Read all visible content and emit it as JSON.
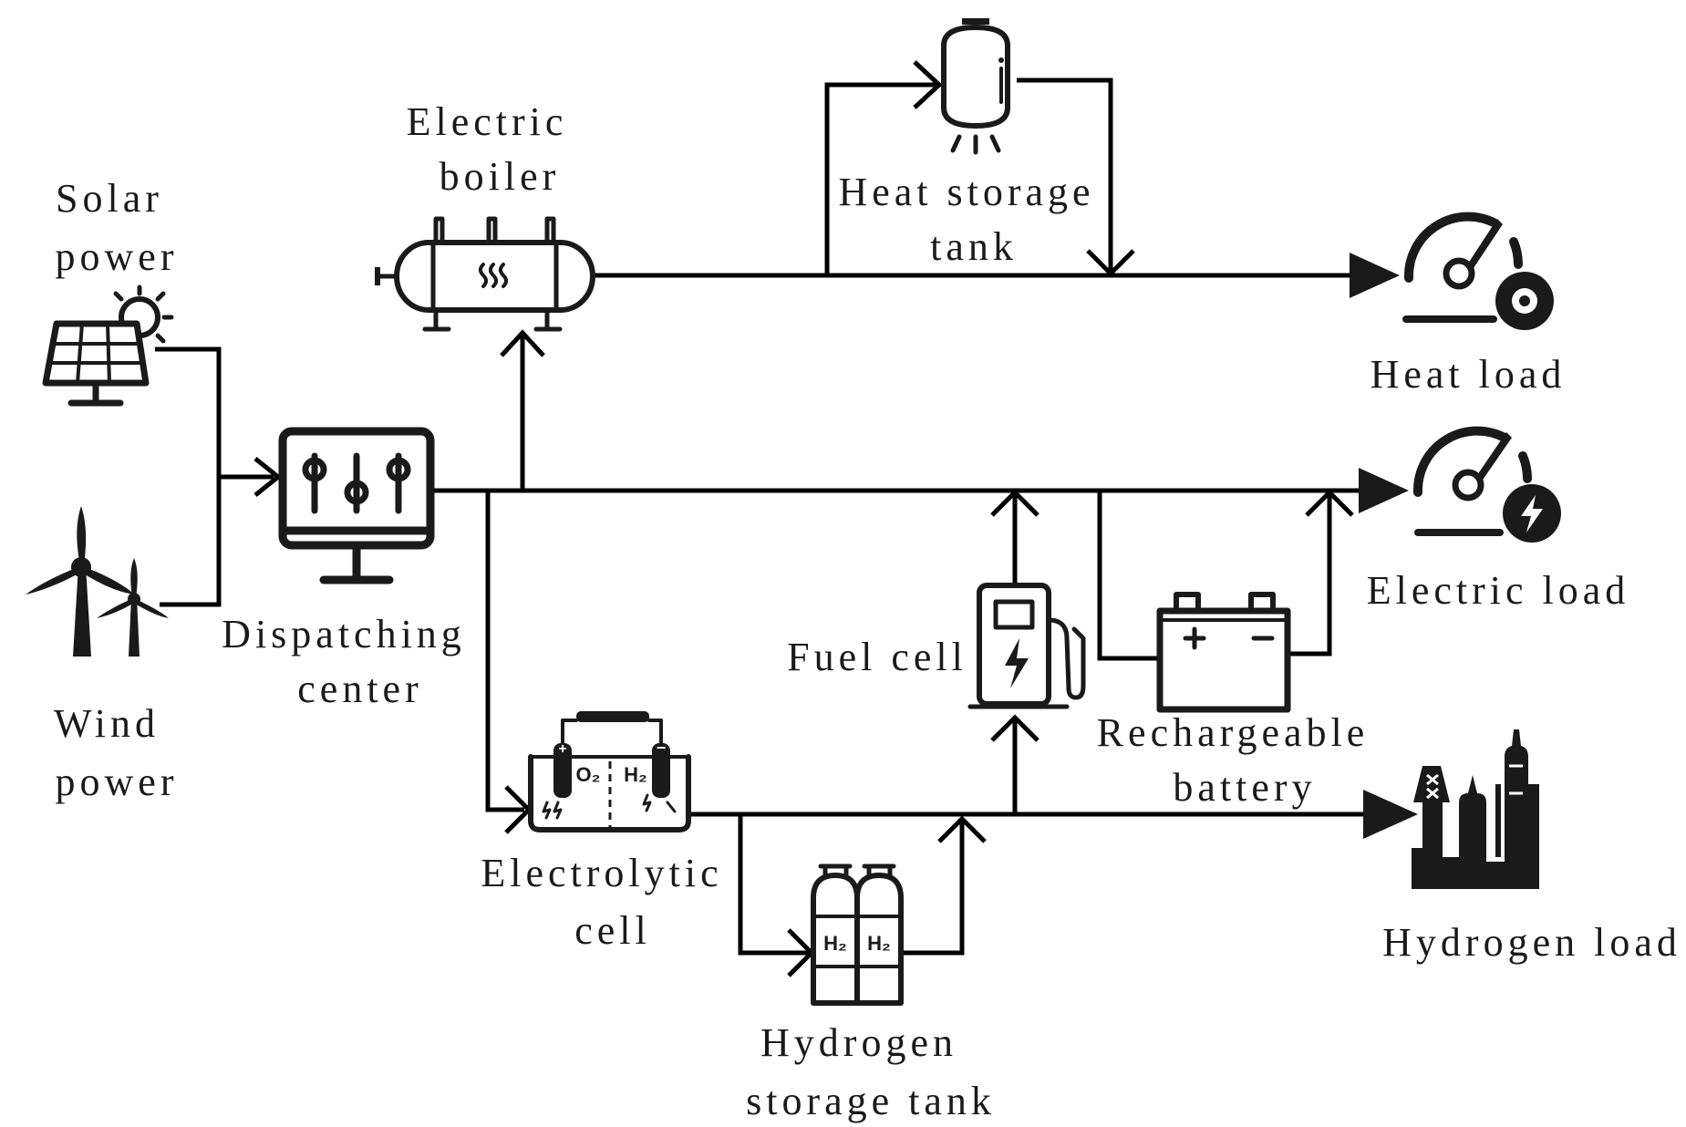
{
  "nodes": {
    "solar": {
      "lines": [
        "Solar",
        "power"
      ]
    },
    "wind": {
      "lines": [
        "Wind",
        "power"
      ]
    },
    "dispatch": {
      "lines": [
        "Dispatching",
        "center"
      ]
    },
    "boiler": {
      "lines": [
        "Electric",
        "boiler"
      ]
    },
    "heat_storage": {
      "lines": [
        "Heat storage",
        "tank"
      ]
    },
    "heat_load": {
      "lines": [
        "Heat load"
      ]
    },
    "elec_load": {
      "lines": [
        "Electric load"
      ]
    },
    "fuel_cell": {
      "lines": [
        "Fuel cell"
      ]
    },
    "battery": {
      "lines": [
        "Rechargeable",
        "battery"
      ]
    },
    "electrolytic": {
      "lines": [
        "Electrolytic",
        "cell"
      ]
    },
    "h2_tank": {
      "lines": [
        "Hydrogen",
        "storage tank"
      ]
    },
    "h2_load": {
      "lines": [
        "Hydrogen load"
      ]
    }
  },
  "icon_text": {
    "o2": "O₂",
    "h2_small": "H₂",
    "cyl_left": "H₂",
    "cyl_right": "H₂",
    "plus": "+",
    "minus": "−"
  },
  "icons": {
    "solar": "solar-panel-icon",
    "wind": "wind-turbine-icon",
    "dispatch": "control-monitor-icon",
    "boiler": "electric-boiler-icon",
    "heat_storage": "storage-tank-icon",
    "heat_load": "heat-gauge-icon",
    "elec_load": "electric-gauge-icon",
    "fuel_cell": "fuel-station-icon",
    "battery": "battery-icon",
    "electrolytic": "electrolysis-icon",
    "h2_tank": "gas-cylinders-icon",
    "h2_load": "refinery-icon"
  },
  "colors": {
    "line": "#000000",
    "icon": "#1a1a1a",
    "background": "#ffffff"
  }
}
